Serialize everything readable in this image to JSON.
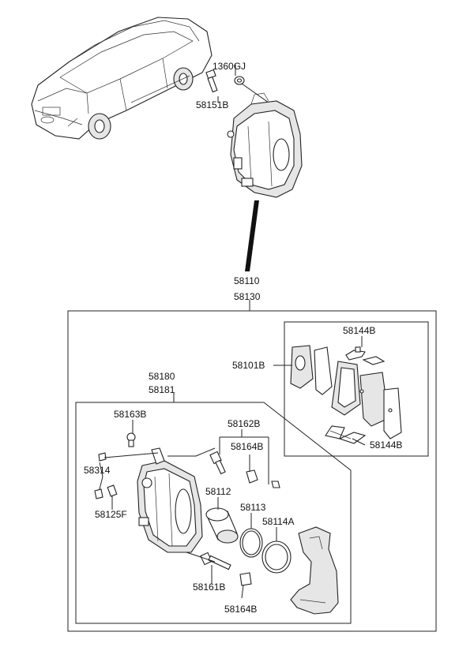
{
  "labels": {
    "p1360GJ": "1360GJ",
    "p58151B": "58151B",
    "p58110": "58110",
    "p58130": "58130",
    "p58144B_top": "58144B",
    "p58101B": "58101B",
    "p58144B_bottom": "58144B",
    "p58180": "58180",
    "p58181": "58181",
    "p58163B": "58163B",
    "p58162B": "58162B",
    "p58164B_top": "58164B",
    "p58314": "58314",
    "p58125F": "58125F",
    "p58112": "58112",
    "p58113": "58113",
    "p58114A": "58114A",
    "p58161B": "58161B",
    "p58164B_bottom": "58164B"
  }
}
